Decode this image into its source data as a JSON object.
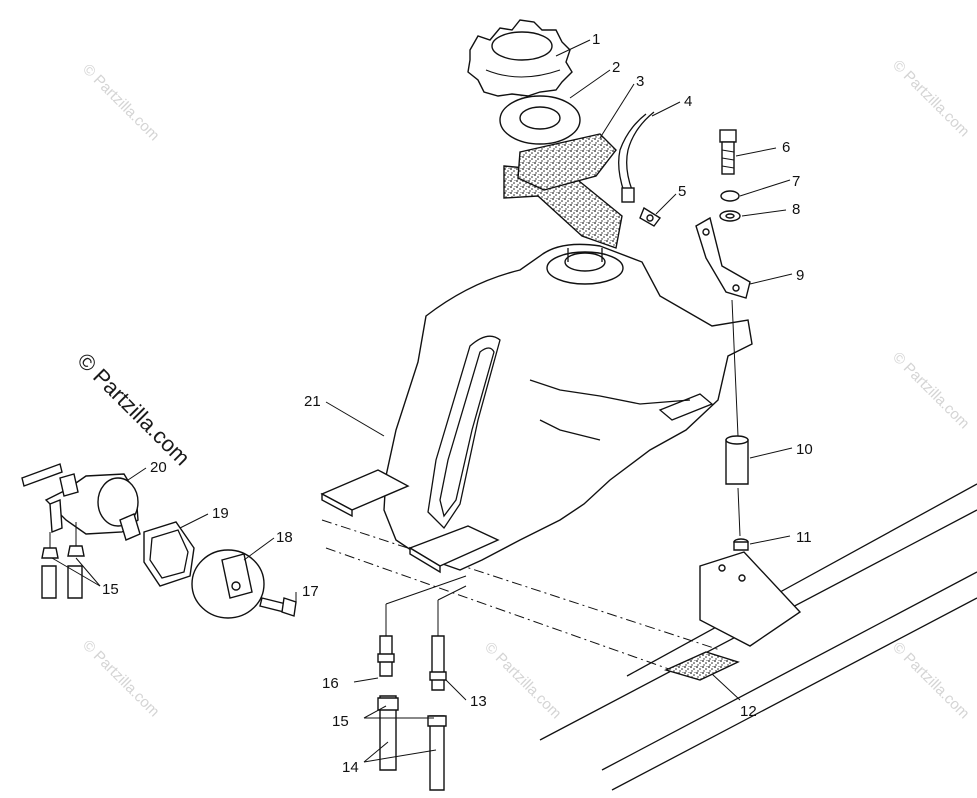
{
  "watermark": {
    "main": "© Partzilla.com",
    "faint": "© Partzilla.com"
  },
  "callouts": [
    "1",
    "2",
    "3",
    "4",
    "5",
    "6",
    "7",
    "8",
    "9",
    "10",
    "11",
    "12",
    "13",
    "14",
    "15",
    "15",
    "16",
    "17",
    "18",
    "19",
    "20",
    "21"
  ]
}
